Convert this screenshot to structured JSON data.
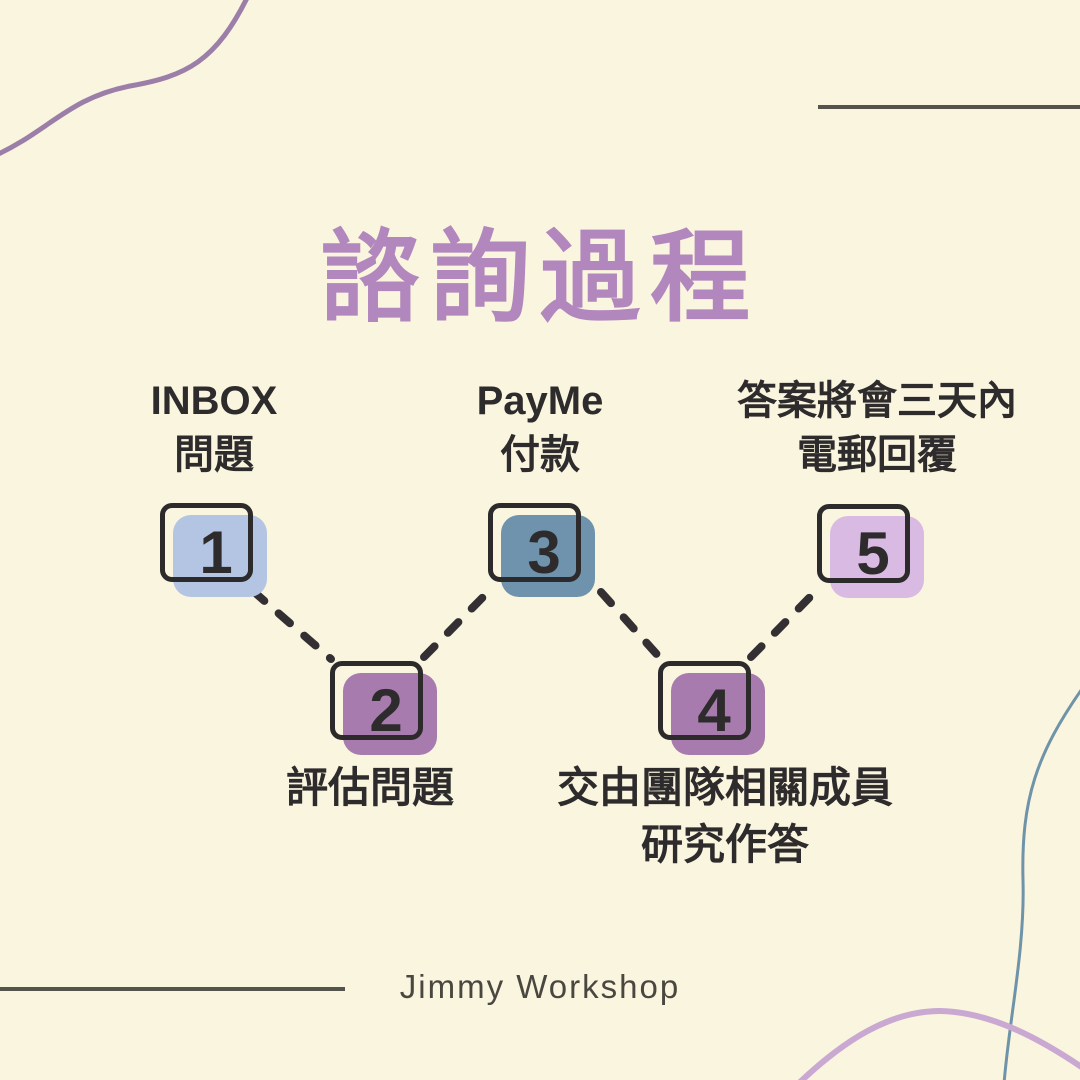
{
  "page": {
    "title": "諮詢過程",
    "brand": "Jimmy Workshop"
  },
  "steps": [
    {
      "number": "1",
      "lines": [
        "INBOX",
        "問題"
      ],
      "color": "#b3c5e3"
    },
    {
      "number": "2",
      "lines": [
        "評估問題"
      ],
      "color": "#a87bae"
    },
    {
      "number": "3",
      "lines": [
        "PayMe",
        "付款"
      ],
      "color": "#6f93ad"
    },
    {
      "number": "4",
      "lines": [
        "交由團隊相關成員",
        "研究作答"
      ],
      "color": "#a87bae"
    },
    {
      "number": "5",
      "lines": [
        "答案將會三天內",
        "電郵回覆"
      ],
      "color": "#d9bae2"
    }
  ],
  "colors": {
    "background": "#faf5df",
    "title": "#b287bd",
    "text": "#2e2b2c",
    "outline": "#2c2a2b",
    "connector": "#332f33",
    "rule_line": "#55544c",
    "decor_purple": "#9b7fa8",
    "decor_blue": "#6f93a8",
    "decor_pink": "#c9a9d2"
  }
}
